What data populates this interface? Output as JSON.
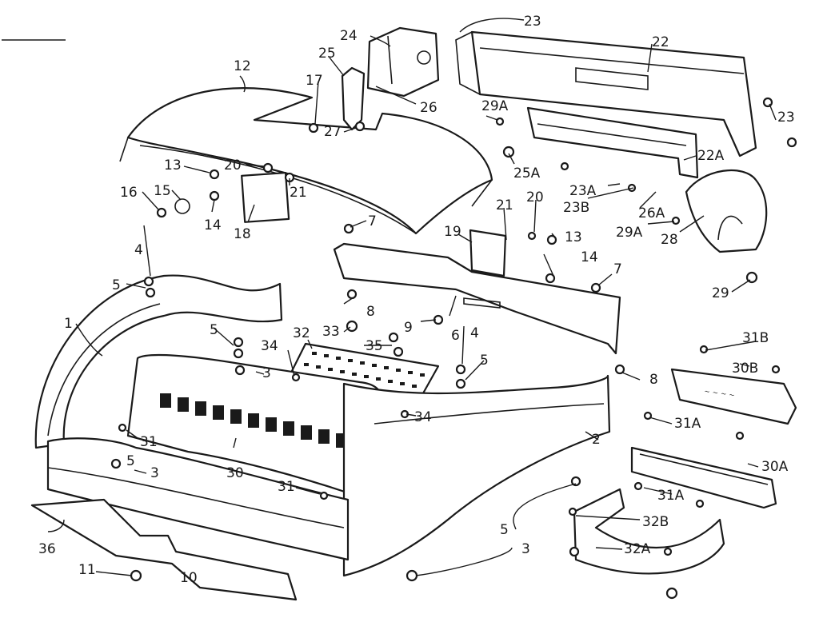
{
  "callouts": {
    "c1": "1",
    "c2": "2",
    "c3a": "3",
    "c3b": "3",
    "c3c": "3",
    "c4a": "4",
    "c4b": "4",
    "c5a": "5",
    "c5b": "5",
    "c5c": "5",
    "c5d": "5",
    "c5e": "5",
    "c6": "6",
    "c7a": "7",
    "c7b": "7",
    "c8a": "8",
    "c8b": "8",
    "c9": "9",
    "c10": "10",
    "c11": "11",
    "c12": "12",
    "c13a": "13",
    "c13b": "13",
    "c14a": "14",
    "c14b": "14",
    "c15": "15",
    "c16": "16",
    "c17": "17",
    "c18": "18",
    "c19": "19",
    "c20a": "20",
    "c20b": "20",
    "c21a": "21",
    "c21b": "21",
    "c22": "22",
    "c22A": "22A",
    "c23a": "23",
    "c23b": "23",
    "c23A": "23A",
    "c23B": "23B",
    "c24": "24",
    "c25": "25",
    "c25A": "25A",
    "c26": "26",
    "c26A": "26A",
    "c27": "27",
    "c28": "28",
    "c29": "29",
    "c29Aa": "29A",
    "c29Ab": "29A",
    "c30": "30",
    "c30A": "30A",
    "c30B": "30B",
    "c31a": "31",
    "c31b": "31",
    "c31Aa": "31A",
    "c31Ab": "31A",
    "c31B": "31B",
    "c32": "32",
    "c32A": "32A",
    "c32B": "32B",
    "c33": "33",
    "c34a": "34",
    "c34b": "34",
    "c35": "35",
    "c36": "36"
  }
}
